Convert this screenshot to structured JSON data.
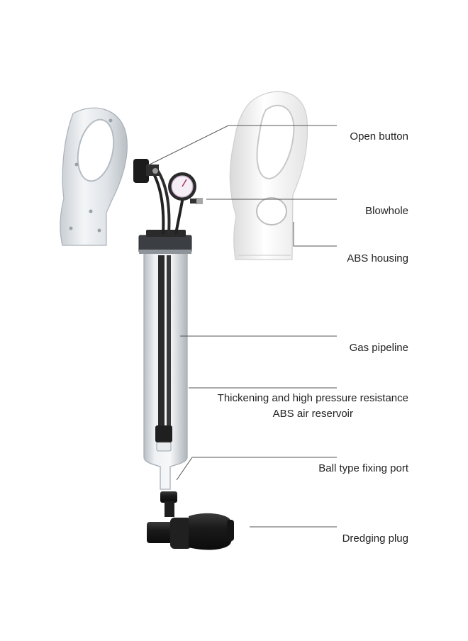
{
  "labels": {
    "open_button": "Open button",
    "blowhole": "Blowhole",
    "abs_housing": "ABS housing",
    "gas_pipeline": "Gas pipeline",
    "reservoir_line1": "Thickening and high pressure resistance",
    "reservoir_line2": "ABS air reservoir",
    "ball_port": "Ball type fixing port",
    "dredging_plug": "Dredging plug"
  },
  "colors": {
    "leader_line": "#555555",
    "housing_white": "#f4f4f4",
    "clear_shell": "#e3e7ea",
    "black_part": "#1e1e1e"
  }
}
